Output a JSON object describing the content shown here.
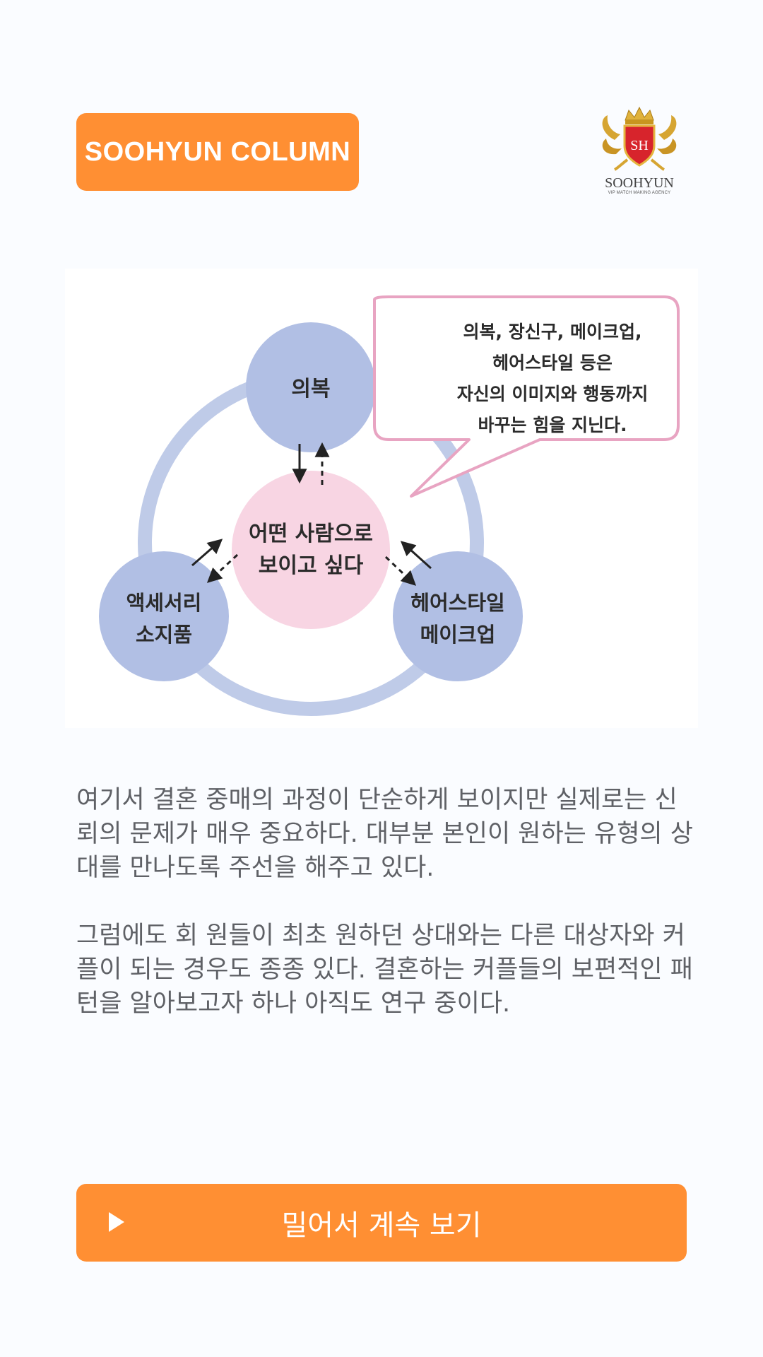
{
  "header": {
    "badge_label": "SOOHYUN COLUMN",
    "logo": {
      "monogram": "SH",
      "name": "SOOHYUN",
      "tagline": "VIP MATCH MAKING AGENCY",
      "icon": "crown-crest-icon"
    }
  },
  "diagram": {
    "center": {
      "line1": "어떤 사람으로",
      "line2": "보이고 싶다"
    },
    "top": {
      "line1": "의복"
    },
    "left": {
      "line1": "액세서리",
      "line2": "소지품"
    },
    "right": {
      "line1": "헤어스타일",
      "line2": "메이크업"
    },
    "bubble": {
      "line1": "의복, 장신구, 메이크업,",
      "line2": "헤어스타일 등은",
      "line3": "자신의 이미지와 행동까지",
      "line4": "바꾸는 힘을 지닌다."
    },
    "colors": {
      "ring": "#bfcbe8",
      "node": "#b1bfe4",
      "center": "#f8d5e3",
      "bubble_border": "#e8a4c2"
    }
  },
  "body": {
    "paragraph1": " 여기서 결혼 중매의 과정이 단순하게 보이지만 실제로는 신뢰의 문제가 매우 중요하다. 대부분 본인이 원하는 유형의 상대를 만나도록 주선을 해주고 있다.",
    "paragraph2": " 그럼에도 회 원들이 최초 원하던 상대와는 다른 대상자와 커플이 되는 경우도 종종 있다. 결혼하는 커플들의 보편적인 패턴을 알아보고자 하나 아직도 연구 중이다."
  },
  "cta": {
    "label": "밀어서 계속 보기",
    "icon": "play-icon"
  },
  "colors": {
    "accent": "#ff8f33",
    "background": "#fafcff",
    "text": "#5f6166"
  }
}
